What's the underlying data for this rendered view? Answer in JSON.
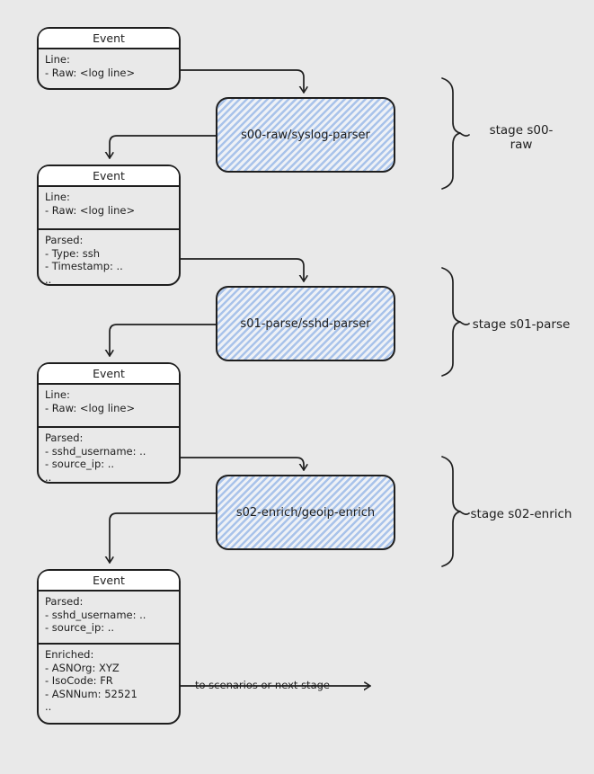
{
  "colors": {
    "background": "#e9e9e9",
    "stroke": "#1e1e1e",
    "hatch": "#a9c3ea",
    "hatch_bg": "#eef1f6",
    "box_fill": "#ffffff"
  },
  "event_boxes": [
    {
      "title": "Event",
      "sections": [
        "Line:\n - Raw: <log line>"
      ]
    },
    {
      "title": "Event",
      "sections": [
        "Line:\n - Raw: <log line>",
        "Parsed:\n - Type: ssh\n - Timestamp: ..\n.."
      ]
    },
    {
      "title": "Event",
      "sections": [
        "Line:\n - Raw: <log line>",
        "Parsed:\n - sshd_username: ..\n - source_ip: ..\n.."
      ]
    },
    {
      "title": "Event",
      "sections": [
        "Parsed:\n - sshd_username: ..\n - source_ip: ..",
        "Enriched:\n - ASNOrg: XYZ\n - IsoCode: FR\n - ASNNum: 52521\n.."
      ]
    }
  ],
  "parser_boxes": [
    {
      "label": "s00-raw/syslog-parser"
    },
    {
      "label": "s01-parse/sshd-parser"
    },
    {
      "label": "s02-enrich/geoip-enrich"
    }
  ],
  "stage_labels": [
    {
      "label": "stage s00-\nraw"
    },
    {
      "label": "stage s01-parse"
    },
    {
      "label": "stage s02-enrich"
    }
  ],
  "output_arrow": {
    "label": "to scenarios or next stage"
  }
}
